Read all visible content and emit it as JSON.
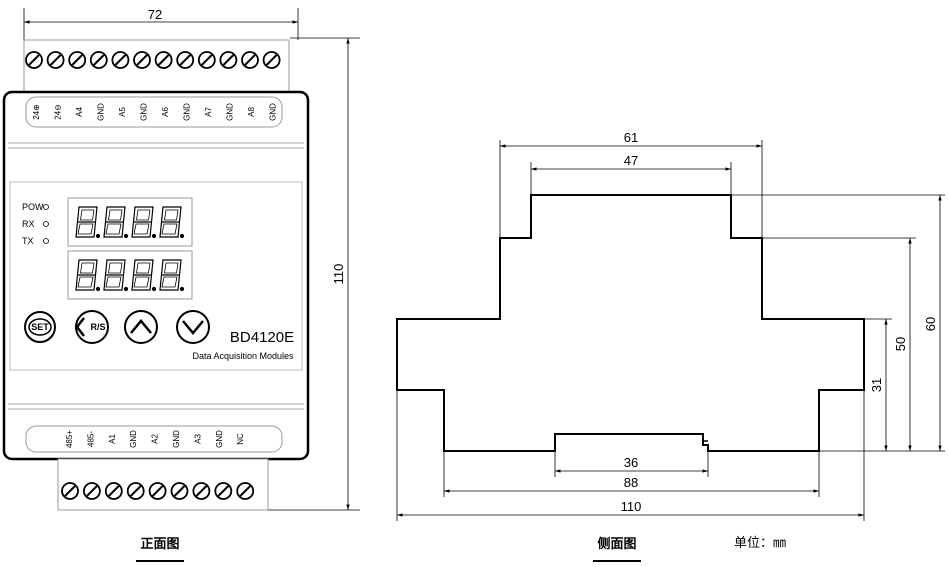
{
  "front_view": {
    "caption": "正面图",
    "width_dim": "72",
    "height_dim": "110",
    "top_terminals": [
      "24⊕",
      "24⊖",
      "A4",
      "GND",
      "A5",
      "GND",
      "A6",
      "GND",
      "A7",
      "GND",
      "A8",
      "GND"
    ],
    "bottom_terminals": [
      "485+",
      "485-",
      "A1",
      "GND",
      "A2",
      "GND",
      "A3",
      "GND",
      "NC"
    ],
    "leds": [
      "POW",
      "RX",
      "TX"
    ],
    "buttons": {
      "set": "SET",
      "rs": "R/S"
    },
    "model": "BD4120E",
    "subtitle": "Data Acquisition Modules"
  },
  "side_view": {
    "caption": "侧面图",
    "unit": "单位：㎜",
    "dims": {
      "d61": "61",
      "d47": "47",
      "d36": "36",
      "d88": "88",
      "d110": "110",
      "d60": "60",
      "d50": "50",
      "d31": "31"
    }
  }
}
